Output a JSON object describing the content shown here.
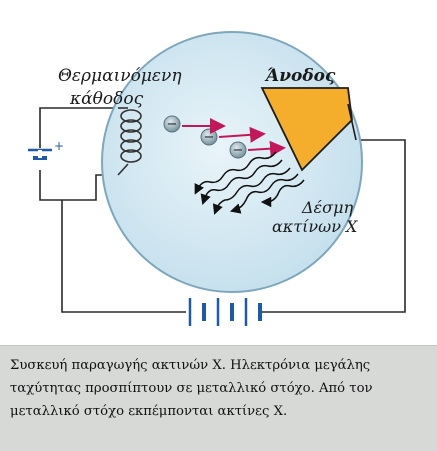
{
  "diagram": {
    "label_cathode_line1": "Θερμαινόμενη",
    "label_cathode_line2": "κάθοδος",
    "label_anode": "Άνοδος",
    "label_beam_line1": "Δέσμη",
    "label_beam_line2": "ακτίνων X",
    "electron_symbol": "−",
    "battery_plus": "+",
    "battery_minus": "−",
    "colors": {
      "tube_fill": "#cfe6f1",
      "tube_stroke": "#7ea7bc",
      "anode_fill": "#f4ae2b",
      "anode_stroke": "#1c1c1c",
      "arrow": "#c2185b",
      "electron": "#7f9aa5",
      "wire": "#2a2a2a",
      "battery": "#1f5aa6"
    }
  },
  "caption": {
    "text": "Συσκευή παραγωγής ακτινών X. Ηλεκτρόνια μεγάλης ταχύτητας προσπίπτουν σε μεταλλικό στόχο. Από τον μεταλλικό στόχο εκπέμπονται ακτίνες X."
  }
}
